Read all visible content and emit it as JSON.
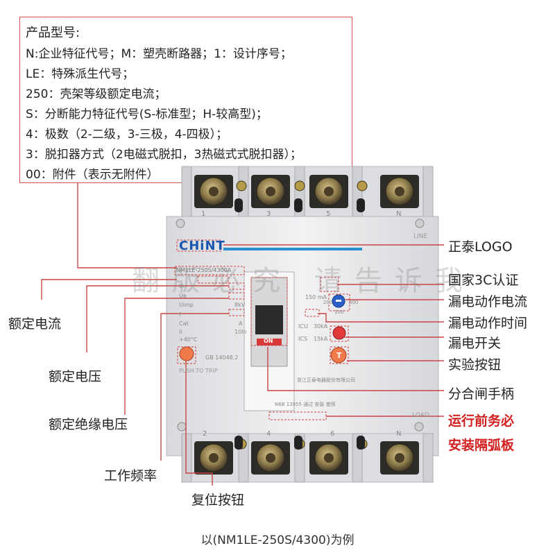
{
  "info_box": {
    "title": "产品型号:",
    "lines": [
      "N:企业特征代号；M：塑壳断路器；1：设计序号；",
      "LE：特殊派生代号；",
      "250：壳架等级额定电流；",
      "S：分断能力特征代号(S-标准型；H-较高型)；",
      "4：极数（2-二级，3-三极，4-四极）；",
      "3：脱扣器方式（2电磁式脱扣，3热磁式式脱扣器）；",
      "00：附件（表示无附件）"
    ]
  },
  "breaker": {
    "brand_logo": "CHiNT",
    "top_terminal_labels": [
      "1",
      "3",
      "5",
      "N"
    ],
    "bottom_terminal_labels": [
      "2",
      "4",
      "6",
      "N"
    ],
    "line_text": "LINE",
    "load_text": "LOAD",
    "model_text": "NM1LE-250S/4300A",
    "ratings": {
      "in_label": "In",
      "ue_label": "Ue",
      "uimp_label": "Uimp",
      "uimp_value": "8kV",
      "f_label": "f",
      "cat_label": "Cat",
      "cat_value": "A",
      "ii_label": "Ii",
      "ii_value": "10In",
      "temp_value": "+40°C",
      "icu_label": "ICU",
      "icu_value": "30kA",
      "ics_label": "ICS",
      "ics_value": "15kA",
      "leak_setting": "150 mA",
      "dial_low": "200",
      "dial_high": "300",
      "dial_bottom": "100",
      "standard": "GB 14048.2",
      "push_to_trip": "PUSH TO TRIP",
      "on_text": "ON",
      "test_text": "T",
      "maker_text": "浙江正泰电器股份有限公司",
      "bottom_standard": "N6B 13955 通过 安装 使用"
    }
  },
  "callouts_right": [
    "正泰LOGO",
    "国家3C认证",
    "漏电动作电流",
    "漏电动作时间",
    "漏电开关",
    "实验按钮",
    "分合闸手柄"
  ],
  "callouts_right_red": [
    "运行前务必",
    "安装隔弧板"
  ],
  "callouts_left": [
    "额定电流",
    "额定电压",
    "额定绝缘电压",
    "工作频率",
    "复位按钮"
  ],
  "watermark": "翻版必究 请告诉我",
  "caption": "以(NM1LE-250S/4300)为例",
  "colors": {
    "accent_red": "#d22020",
    "leader_line": "#c84444",
    "brand_blue": "#1a56b0",
    "body_gray": "#e8e8ea",
    "on_red": "#d83a3a"
  }
}
